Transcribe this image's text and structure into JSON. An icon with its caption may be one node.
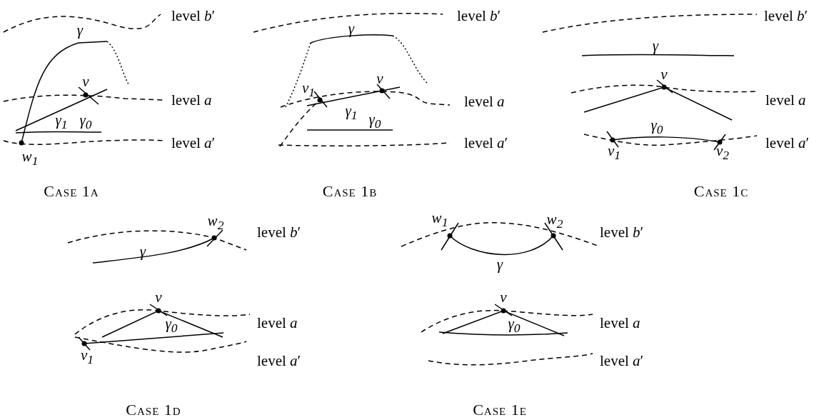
{
  "diagram": {
    "labels": [
      "level *b*′",
      "γ",
      "v",
      "level *a*",
      "γ$_{1}$",
      "γ$_{0}$",
      "level *a*′",
      "w$_{1}$",
      "Case 1a",
      "level *b*′",
      "γ",
      "v$_{1}$",
      "v",
      "γ$_{1}$",
      "level *a*",
      "γ$_{0}$",
      "level *a*′",
      "Case 1b",
      "level *b*′",
      "γ",
      "v",
      "level *a*",
      "γ$_{0}$",
      "level *a*′",
      "v$_{1}$",
      "v$_{2}$",
      "Case 1c",
      "w$_{2}$",
      "level *b*′",
      "γ",
      "v",
      "level *a*",
      "γ$_{0}$",
      "level *a*′",
      "v$_{1}$",
      "Case 1d",
      "w$_{1}$",
      "w$_{2}$",
      "level *b*′",
      "γ",
      "v",
      "level *a*",
      "γ$_{0}$",
      "level *a*′",
      "Case 1e"
    ]
  }
}
